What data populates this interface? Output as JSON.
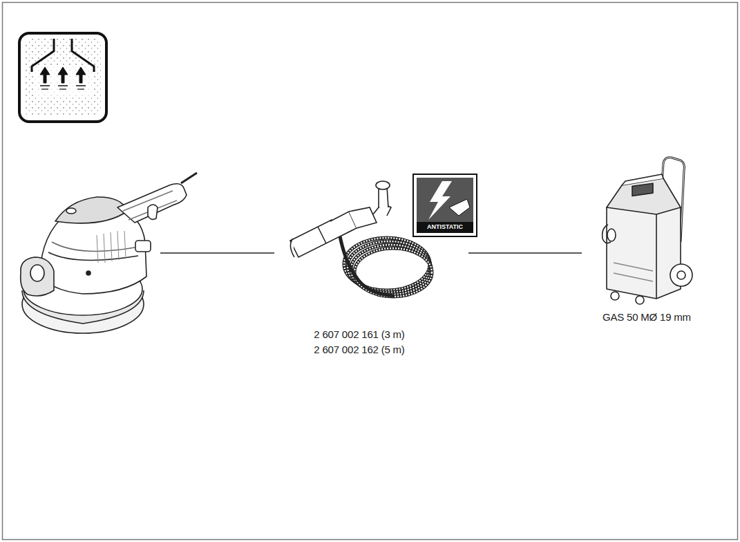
{
  "diagram": {
    "labels": [
      "ANTISTATIC",
      "2 607 002 161 (3 m)",
      "2 607 002 162 (5 m)",
      "GAS 50 MØ 19 mm"
    ]
  }
}
